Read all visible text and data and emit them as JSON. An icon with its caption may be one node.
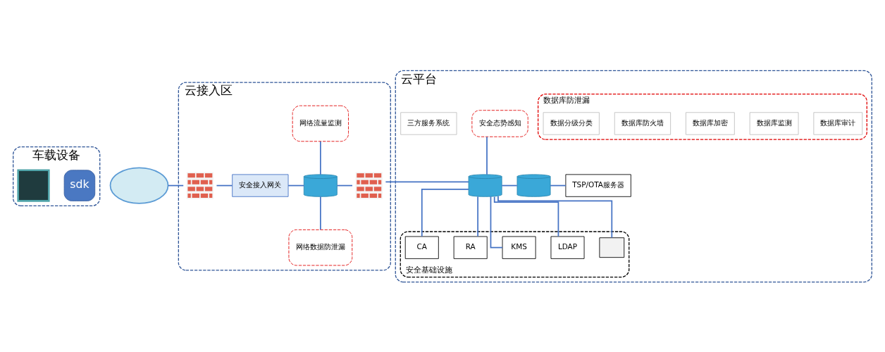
{
  "diagram": {
    "nodes": [
      {
        "text": [
          "车载设备"
        ]
      },
      {
        "text": [],
        "shape": "box",
        "in": 0
      },
      {
        "text": [
          "sdk"
        ],
        "in": 0
      },
      {
        "text": [],
        "shape": "cloud"
      },
      {
        "text": [
          "云接入区"
        ]
      },
      {
        "text": [
          "网络流量监测"
        ],
        "in": 4
      },
      {
        "text": [],
        "shape": "picture",
        "in": 4
      },
      {
        "text": [
          "安全接入网关"
        ],
        "in": 4
      },
      {
        "text": [],
        "shape": "cylinder",
        "in": 4
      },
      {
        "text": [],
        "shape": "picture",
        "in": 4
      },
      {
        "text": [
          "网络数据防泄漏"
        ],
        "in": 4
      },
      {
        "text": [
          "云平台"
        ]
      },
      {
        "text": [
          "安全态势感知"
        ],
        "in": 11
      },
      {
        "text": [
          "三方服务系统"
        ],
        "in": 11
      },
      {
        "text": [
          "数据库防泄漏"
        ],
        "in": 11
      },
      {
        "text": [
          "数据分级分类"
        ],
        "in": 14
      },
      {
        "text": [
          "数据库防火墙"
        ],
        "in": 14
      },
      {
        "text": [
          "数据库加密"
        ],
        "in": 14
      },
      {
        "text": [
          "数据库监测"
        ],
        "in": 14
      },
      {
        "text": [
          "数据库审计"
        ],
        "in": 14
      },
      {
        "text": [],
        "shape": "cylinder",
        "in": 11
      },
      {
        "text": [],
        "shape": "cylinder",
        "in": 11
      },
      {
        "text": [
          "TSP/OTA服务器"
        ],
        "in": 11
      },
      {
        "text": [
          "安全基础设施"
        ],
        "in": 11
      },
      {
        "text": [
          "CA"
        ],
        "in": 23
      },
      {
        "text": [
          "RA"
        ],
        "in": 23
      },
      {
        "text": [
          "KMS"
        ],
        "in": 23
      },
      {
        "text": [
          "LDAP"
        ],
        "in": 23
      },
      {
        "text": [],
        "shape": "box",
        "in": 23
      }
    ],
    "edges": [
      {
        "from": 3,
        "to": 6,
        "arrow": "none"
      },
      {
        "from": 6,
        "to": 7,
        "arrow": "none"
      },
      {
        "from": 7,
        "to": 8,
        "arrow": "none"
      },
      {
        "from": 5,
        "to": 8,
        "arrow": "none"
      },
      {
        "from": 8,
        "to": 10,
        "arrow": "none"
      },
      {
        "from": 8,
        "to": 9,
        "arrow": "none"
      },
      {
        "from": 9,
        "to": 20,
        "arrow": "none"
      },
      {
        "from": 12,
        "to": 20,
        "arrow": "none"
      },
      {
        "from": 20,
        "to": 21,
        "arrow": "none"
      },
      {
        "from": 21,
        "to": 22,
        "arrow": "none"
      },
      {
        "from": 20,
        "to": 24,
        "arrow": "none"
      },
      {
        "from": 20,
        "to": 25,
        "arrow": "none"
      },
      {
        "from": 20,
        "to": 26,
        "arrow": "none"
      },
      {
        "from": 20,
        "to": 27,
        "arrow": "none"
      },
      {
        "from": 20,
        "to": 28,
        "arrow": "none"
      }
    ]
  }
}
